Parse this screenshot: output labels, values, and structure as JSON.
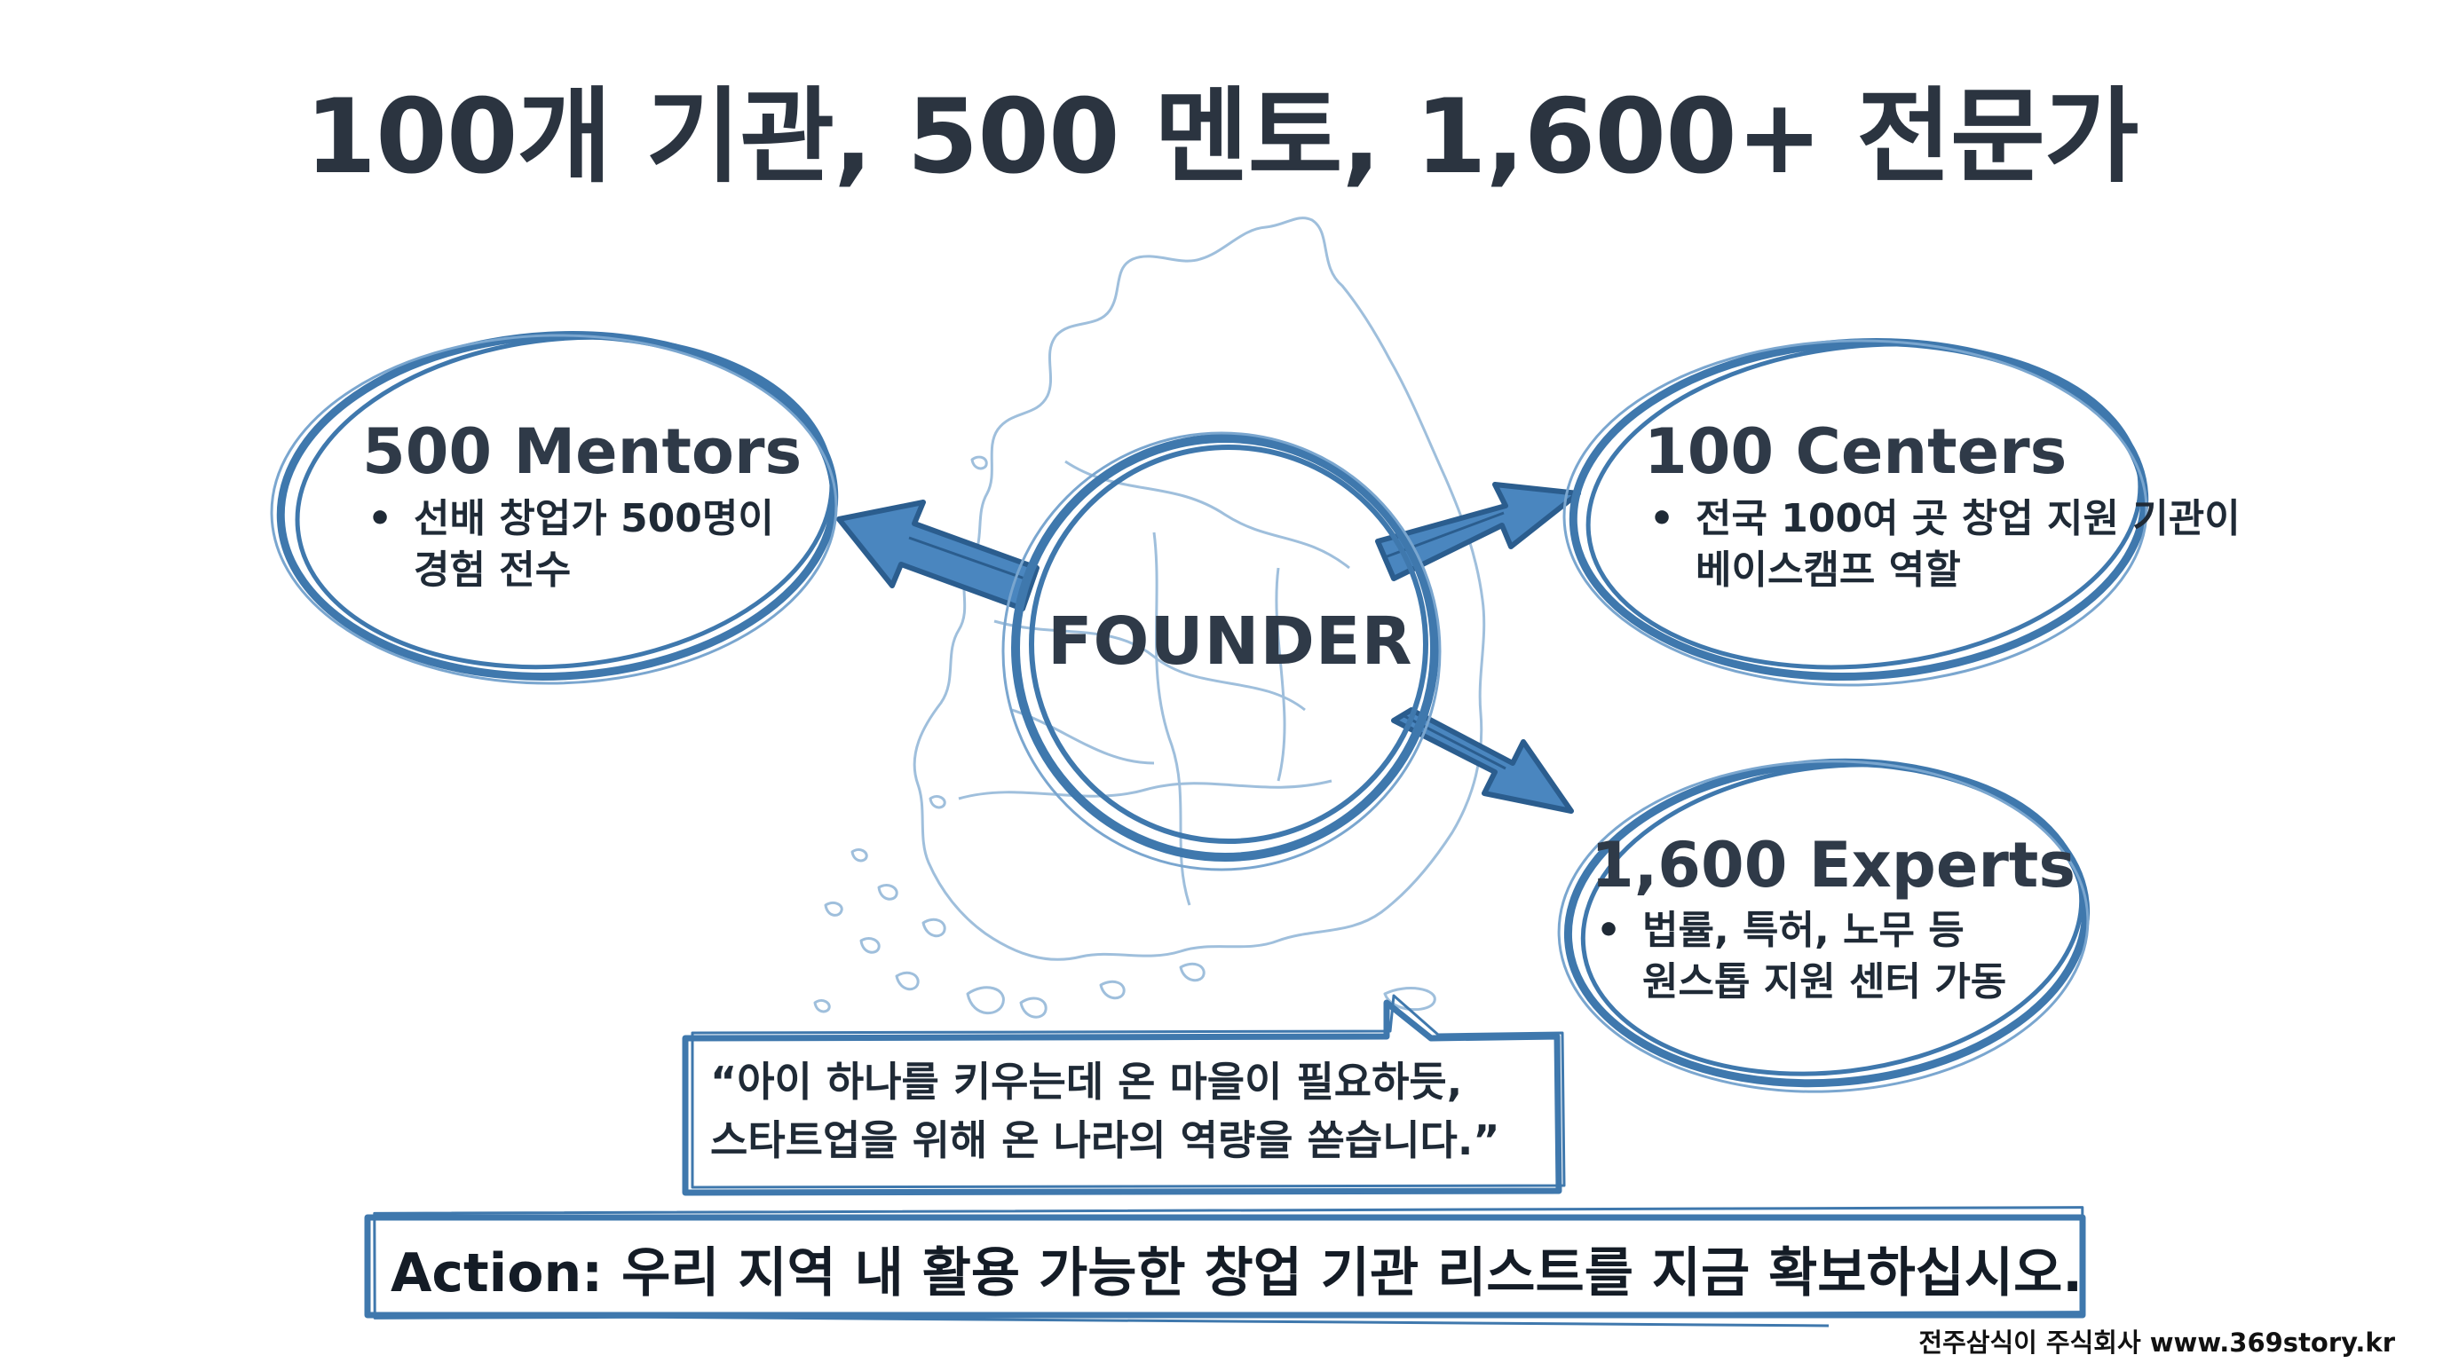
{
  "title": "100개 기관, 500 멘토, 1,600+ 전문가",
  "center": {
    "label": "FOUNDER"
  },
  "nodes": [
    {
      "id": "mentors",
      "heading": "500 Mentors",
      "bullet": "선배 창업가 500명이\n경험 전수"
    },
    {
      "id": "centers",
      "heading": "100 Centers",
      "bullet": "전국 100여 곳 창업 지원 기관이\n베이스캠프 역할"
    },
    {
      "id": "experts",
      "heading": "1,600 Experts",
      "bullet": "법률, 특허, 노무 등\n원스톱 지원 센터 가동"
    }
  ],
  "quote": "“아이 하나를 키우는데 온 마을이 필요하듯,\n스타트업을 위해 온 나라의 역량을 쏟습니다.”",
  "action": "Action: 우리 지역 내 활용 가능한 창업 기관 리스트를 지금 확보하십시오.",
  "credit": "전주삼식이 주식회사 www.369story.kr",
  "colors": {
    "ring": "#3f78ad",
    "ring_light": "#7aa6cf",
    "arrow_fill": "#4a86bf",
    "arrow_stroke": "#2b5d8e",
    "map": "#9fbfdc",
    "text": "#2b3440"
  },
  "icons": {
    "map": "south-korea-map-outline",
    "arrows": "hand-drawn-arrow"
  }
}
